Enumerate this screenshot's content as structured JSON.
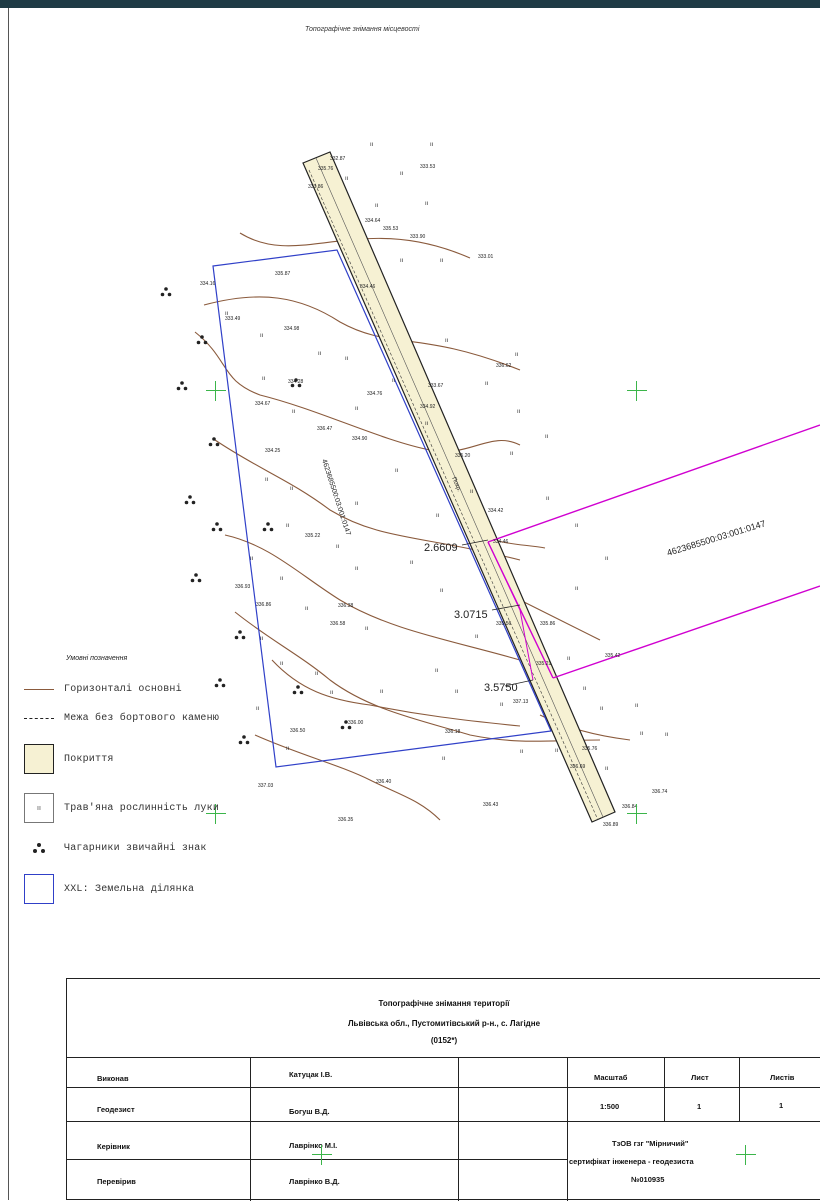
{
  "map": {
    "title": "Топографічне знімання місцевості",
    "cadastral_number_parcel": "4623685500:03:001:0147",
    "cadastral_number_strip": "4623685500:03:001:0147",
    "road_surface_label": "Покр.",
    "distances": [
      "2.6609",
      "3.0715",
      "3.5750"
    ],
    "spot_heights": [
      "332.87",
      "333.53",
      "335.76",
      "333.86",
      "335.53",
      "334.64",
      "333.90",
      "333.01",
      "335.87",
      "334.16",
      "334.46",
      "333.49",
      "334.98",
      "336.62",
      "333.67",
      "334.76",
      "334.28",
      "334.67",
      "334.92",
      "336.47",
      "334.90",
      "335.20",
      "334.25",
      "334.42",
      "334.46",
      "335.22",
      "336.93",
      "336.86",
      "336.38",
      "335.56",
      "336.58",
      "335.86",
      "335.21",
      "335.42",
      "337.13",
      "336.00",
      "336.18",
      "336.50",
      "335.76",
      "336.69",
      "337.03",
      "336.40",
      "336.74",
      "336.43",
      "336.35",
      "336.84",
      "336.89"
    ],
    "colors": {
      "contour": "#8a5a3c",
      "parcel": "#3040c8",
      "cadastral": "#d000d0",
      "road_fill": "#f6f1d3",
      "grid_cross": "#3bb54a"
    }
  },
  "legend": {
    "title": "Умовні позначення",
    "items": [
      {
        "symbol": "contour-line",
        "label": "Горизонталі основні"
      },
      {
        "symbol": "dashed-line",
        "label": "Межа без бортового каменю"
      },
      {
        "symbol": "road-fill",
        "label": "Покриття"
      },
      {
        "symbol": "grass-box",
        "label": "Трав'яна рослинність луки"
      },
      {
        "symbol": "bush-icon",
        "label": "Чагарники звичайні знак"
      },
      {
        "symbol": "parcel-box",
        "label": "XXL: Земельна ділянка"
      }
    ],
    "grass_mark": "ıı"
  },
  "title_block": {
    "line1": "Топографічне знімання території",
    "line2": "Львівська обл., Пустомитівський р-н., с. Лагідне",
    "line3": "(0152*)",
    "rows": [
      {
        "role": "Виконав",
        "name": "Катуцак І.В."
      },
      {
        "role": "Геодезист",
        "name": "Богуш В.Д."
      },
      {
        "role": "Керівник",
        "name": "Лаврінко М.І."
      },
      {
        "role": "Перевірив",
        "name": "Лаврінко В.Д."
      }
    ],
    "scale_header": "Масштаб",
    "scale_value": "1:500",
    "sheet_header": "Лист",
    "sheet_value": "1",
    "sheets_header": "Листів",
    "sheets_value": "1",
    "company": "ТзОВ гзг \"Мірничий\"",
    "certificate_line": "сертифікат інженера - геодезиста",
    "certificate_number": "№010935"
  }
}
